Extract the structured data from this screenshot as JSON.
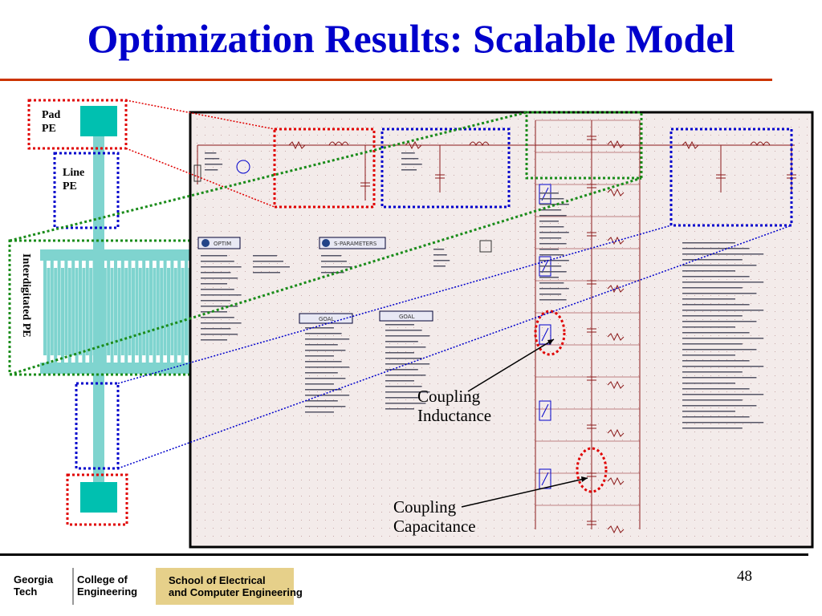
{
  "slide": {
    "title": "Optimization Results: Scalable Model",
    "page_number": "48"
  },
  "labels": {
    "pad": "Pad\nPE",
    "line": "Line\nPE",
    "interdigitated": "Interdigitated  PE",
    "coupling_inductance": "Coupling\nInductance",
    "coupling_capacitance": "Coupling\nCapacitance"
  },
  "schematic": {
    "optim_block": "OPTIM",
    "sparams_block": "S-PARAMETERS",
    "goal1": "GOAL",
    "goal2": "GOAL"
  },
  "footer": {
    "georgia_tech": "Georgia\nTech",
    "college": "College of\nEngineering",
    "school": "School of Electrical\nand Computer Engineering"
  },
  "colors": {
    "title": "#0000cc",
    "rule": "#cc3300",
    "schematic_bg": "#f3ebea",
    "trace": "#8b1a1a",
    "pad": "#00c0b0",
    "line_trace": "#7fd4cf",
    "red_box": "#e00000",
    "blue_box": "#0000cc",
    "green_box": "#1a8c1a"
  }
}
